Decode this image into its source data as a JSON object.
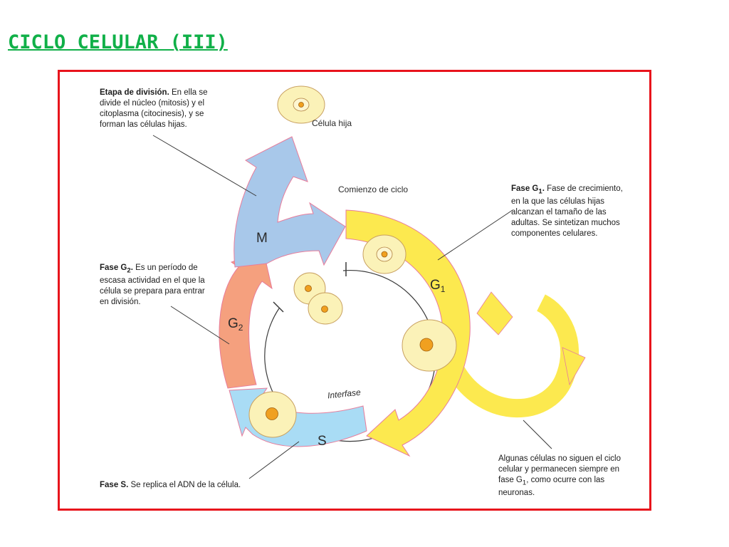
{
  "title": "CICLO CELULAR (III)",
  "colors": {
    "title": "#10b048",
    "frame": "#e8141c",
    "phase_g1": "#fce94f",
    "phase_s": "#a9dcf5",
    "phase_g2": "#f5a07e",
    "phase_m": "#a8c8ea",
    "cell_fill": "#fbf2b8",
    "nucleus": "#f0a020"
  },
  "labels": {
    "daughter_cell": "Célula hija",
    "cycle_start": "Comienzo de ciclo",
    "interphase": "Interfase",
    "phase_m": "M",
    "phase_g1": "G",
    "phase_g1_sub": "1",
    "phase_g2": "G",
    "phase_g2_sub": "2",
    "phase_s": "S"
  },
  "annotations": {
    "division": {
      "bold": "Etapa de división.",
      "text": " En ella se divide el núcleo (mitosis) y el citoplasma (citocinesis), y se forman las células hijas."
    },
    "g1": {
      "bold": "Fase G",
      "sub": "1",
      "bold_end": ".",
      "text": " Fase de crecimiento, en la que las células hijas alcanzan el tamaño de las adultas. Se sintetizan muchos componentes celulares."
    },
    "g2": {
      "bold": "Fase G",
      "sub": "2",
      "bold_end": ".",
      "text": " Es un período de escasa actividad en el que la célula se prepara para entrar en división."
    },
    "s": {
      "bold": "Fase S.",
      "text": " Se replica el ADN de la célula."
    },
    "g0": {
      "text1": "Algunas células no siguen el ciclo celular y permanecen siempre en fase G",
      "sub": "1",
      "text2": ", como ocurre con las neuronas."
    }
  }
}
